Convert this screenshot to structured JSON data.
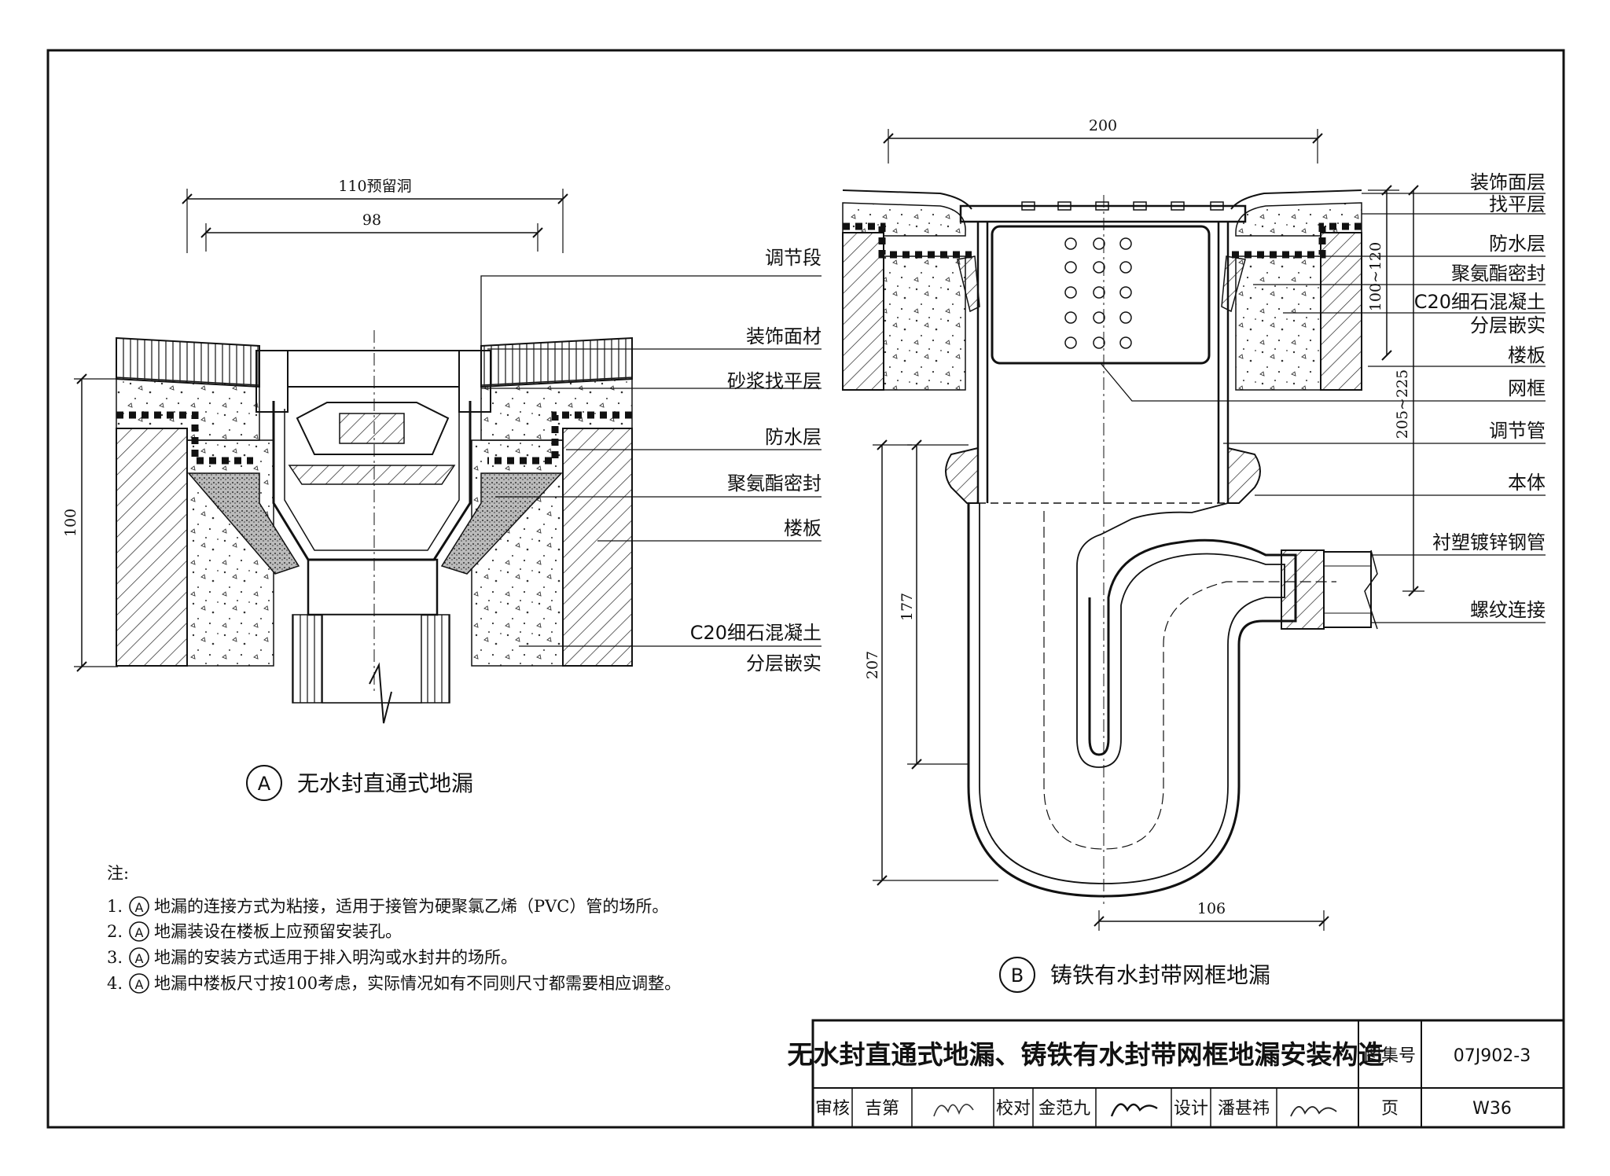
{
  "drawing_a": {
    "marker": "A",
    "title": "无水封直通式地漏",
    "dims": {
      "hole": "110预留洞",
      "inner": "98",
      "height": "100"
    },
    "labels": [
      "调节段",
      "装饰面材",
      "砂浆找平层",
      "防水层",
      "聚氨酯密封",
      "楼板",
      "C20细石混凝土",
      "分层嵌实"
    ]
  },
  "drawing_b": {
    "marker": "B",
    "title": "铸铁有水封带网框地漏",
    "dims": {
      "top": "200",
      "h1": "100~120",
      "h2": "205~225",
      "h3": "177",
      "h4": "207",
      "bottom": "106"
    },
    "labels": [
      "装饰面层",
      "找平层",
      "防水层",
      "聚氨酯密封",
      "C20细石混凝土",
      "分层嵌实",
      "楼板",
      "网框",
      "调节管",
      "本体",
      "衬塑镀锌钢管",
      "螺纹连接"
    ]
  },
  "notes": {
    "heading": "注:",
    "items": [
      {
        "num": "1.",
        "marker": "A",
        "text": "地漏的连接方式为粘接，适用于接管为硬聚氯乙烯（PVC）管的场所。"
      },
      {
        "num": "2.",
        "marker": "A",
        "text": "地漏装设在楼板上应预留安装孔。"
      },
      {
        "num": "3.",
        "marker": "A",
        "text": "地漏的安装方式适用于排入明沟或水封井的场所。"
      },
      {
        "num": "4.",
        "marker": "A",
        "text": "地漏中楼板尺寸按100考虑，实际情况如有不同则尺寸都需要相应调整。"
      }
    ]
  },
  "title_block": {
    "title": "无水封直通式地漏、铸铁有水封带网框地漏安装构造",
    "atlas_label": "图集号",
    "atlas_no": "07J902-3",
    "review_label": "审核",
    "review_name": "吉第",
    "check_label": "校对",
    "check_name": "金范九",
    "design_label": "设计",
    "design_name": "潘甚祎",
    "page_label": "页",
    "page_no": "W36"
  },
  "colors": {
    "ink": "#111111",
    "paper": "#ffffff"
  }
}
